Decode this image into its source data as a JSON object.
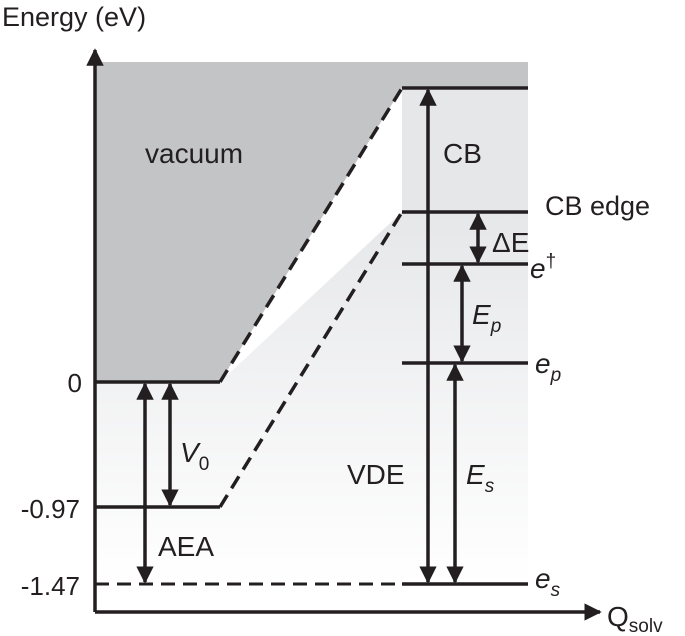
{
  "axes": {
    "y_label": "Energy (eV)",
    "x_label_main": "Q",
    "x_label_sub": "solv"
  },
  "regions": {
    "vacuum": "vacuum",
    "conduction_band": "CB"
  },
  "levels": {
    "cb_edge": "CB edge",
    "e_dagger_base": "e",
    "e_dagger_sup": "†",
    "e_p_base": "e",
    "e_p_sub": "p",
    "e_s_base": "e",
    "e_s_sub": "s"
  },
  "ticks": [
    "0",
    "-0.97",
    "-1.47"
  ],
  "arrows": {
    "v0_base": "V",
    "v0_sub": "0",
    "aea": "AEA",
    "delta_e": "ΔE",
    "e_p_gap_base": "E",
    "e_p_gap_sub": "p",
    "vde": "VDE",
    "e_s_gap_base": "E",
    "e_s_gap_sub": "s"
  },
  "colors": {
    "ink": "#231f20",
    "vacuum_fill": "#c3c4c6",
    "band_light": "#e7e8ea"
  }
}
